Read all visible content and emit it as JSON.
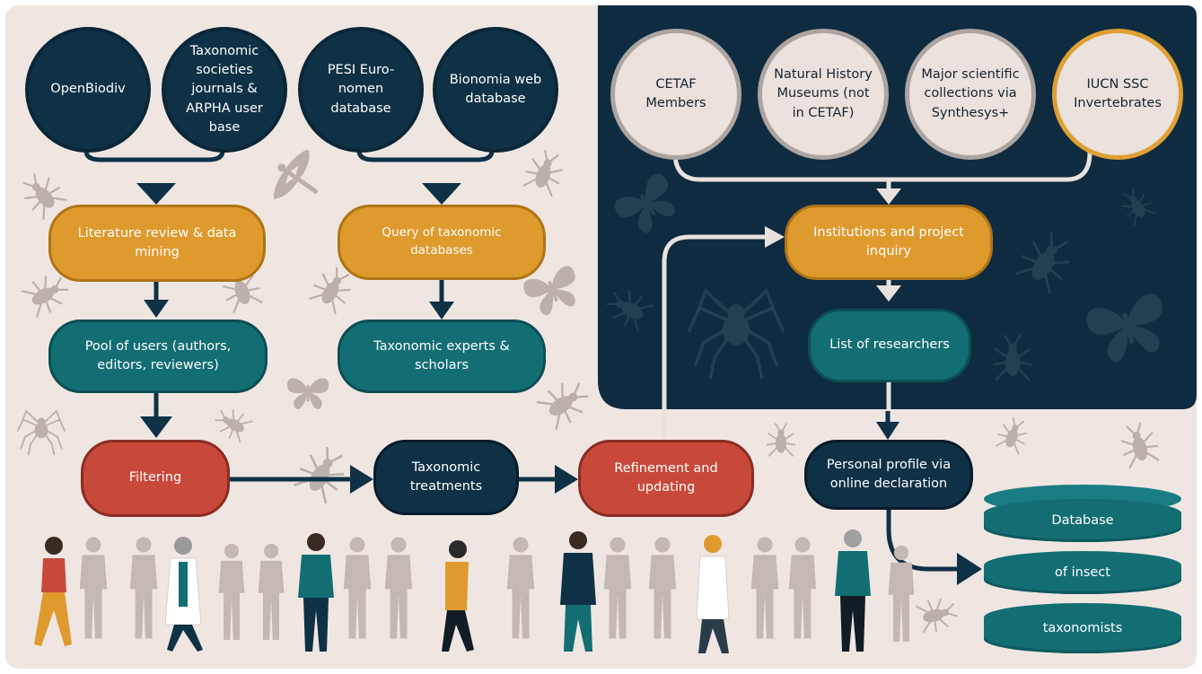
{
  "colors": {
    "background_light": "#efe6e2",
    "background_dark": "#0f2b40",
    "orange": "#df9a2e",
    "teal": "#136e74",
    "red": "#c8493a",
    "navy": "#0f3146",
    "silhouette": "#bbb0ab"
  },
  "sources_left": [
    {
      "label": "OpenBiodiv"
    },
    {
      "label": "Taxonomic societies journals & ARPHA user base"
    },
    {
      "label": "PESI Euro-nomen database"
    },
    {
      "label": "Bionomia web database"
    }
  ],
  "sources_right": [
    {
      "label": "CETAF Members"
    },
    {
      "label": "Natural History Museums (not in CETAF)"
    },
    {
      "label": "Major scientific collections via Synthesys+"
    },
    {
      "label": "IUCN SSC Invertebrates"
    }
  ],
  "steps": {
    "literature_review": "Literature review & data mining",
    "query_databases": "Query of taxonomic databases",
    "institutions_inquiry": "Institutions and project inquiry",
    "pool_of_users": "Pool of users (authors, editors, reviewers)",
    "taxonomic_experts": "Taxonomic experts & scholars",
    "list_of_researchers": "List of researchers",
    "filtering": "Filtering",
    "taxonomic_treatments": "Taxonomic treatments",
    "refinement": "Refinement and updating",
    "personal_profile": "Personal profile via online declaration"
  },
  "database": [
    "Database",
    "of insect",
    "taxonomists"
  ],
  "icons": [
    "insect-silhouette-icon",
    "spider-icon",
    "beetle-icon",
    "butterfly-icon",
    "dragonfly-icon",
    "person-silhouette-icon"
  ]
}
